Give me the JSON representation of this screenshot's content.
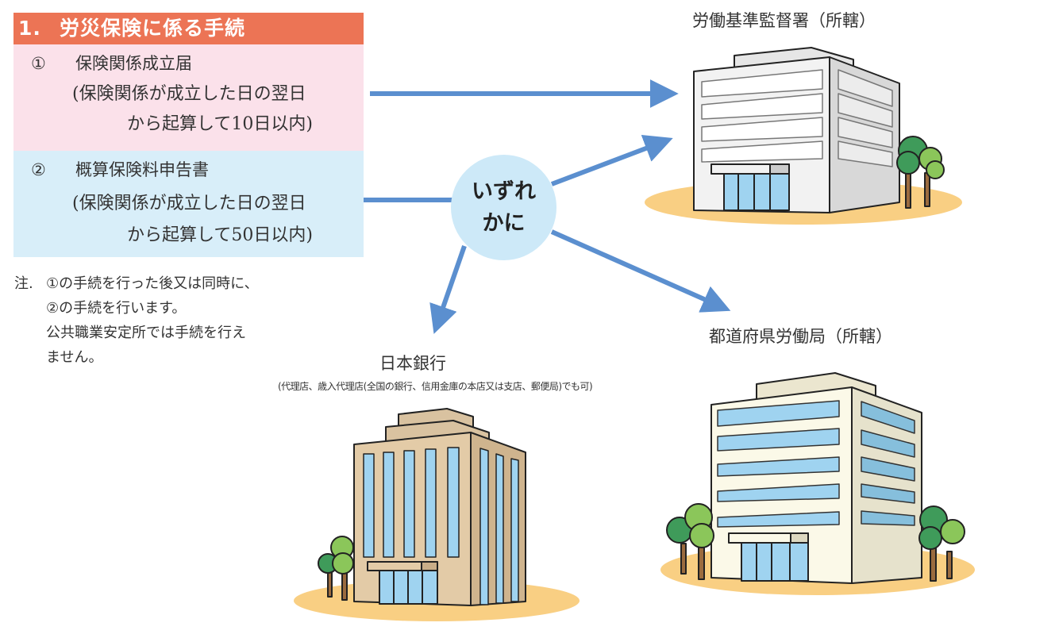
{
  "section": {
    "number": "1.",
    "title": "労災保険に係る手続"
  },
  "items": [
    {
      "marker": "①",
      "title": "保険関係成立届",
      "line1": "(保険関係が成立した日の翌日",
      "line2": "から起算して10日以内)"
    },
    {
      "marker": "②",
      "title": "概算保険料申告書",
      "line1": "(保険関係が成立した日の翌日",
      "line2": "から起算して50日以内)"
    }
  ],
  "note": {
    "label": "注.",
    "lines": [
      "①の手続を行った後又は同時に、",
      "②の手続を行います。",
      "公共職業安定所では手続を行え",
      "ません。"
    ]
  },
  "hub": {
    "line1": "いずれ",
    "line2": "かに"
  },
  "destinations": {
    "labor_office": {
      "label": "労働基準監督署（所轄）"
    },
    "prefectural_bureau": {
      "label": "都道府県労働局（所轄）"
    },
    "bank_of_japan": {
      "label": "日本銀行",
      "sub": "(代理店、歳入代理店(全国の銀行、信用金庫の本店又は支店、郵便局)でも可)"
    }
  },
  "colors": {
    "header": "#ec7455",
    "item1_bg": "#fbe1ea",
    "item2_bg": "#d8eef9",
    "hub_bg": "#cde9f8",
    "arrow": "#5b8fcf",
    "ground": "#f9cf83"
  }
}
